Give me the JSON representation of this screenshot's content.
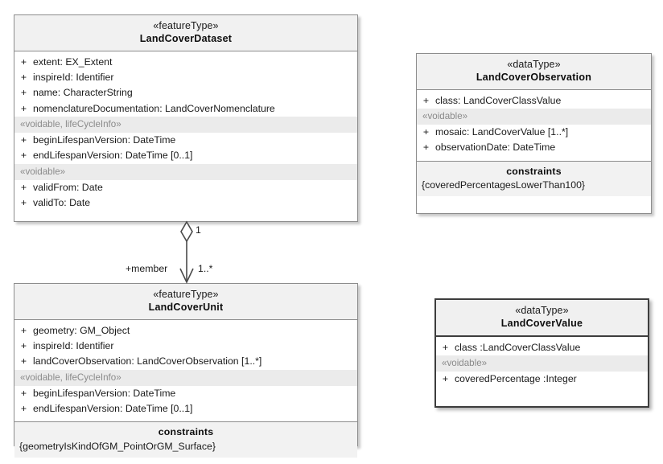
{
  "diagram": {
    "title": "Land Cover application schema UML class diagram",
    "type": "uml-class-diagram",
    "background": "#ffffff",
    "border_color": "#8d8d8d",
    "header_fill": "#f1f1f1",
    "group_label_fill": "#ebebeb",
    "group_label_color": "#8a8a8a",
    "constraints_fill": "#f2f2f2"
  },
  "classes": {
    "land_cover_dataset": {
      "stereotype": "«featureType»",
      "name": "LandCoverDataset",
      "attributes": [
        {
          "visibility": "+",
          "text": "extent:  EX_Extent"
        },
        {
          "visibility": "+",
          "text": "inspireId:  Identifier"
        },
        {
          "visibility": "+",
          "text": "name:  CharacterString"
        },
        {
          "visibility": "+",
          "text": "nomenclatureDocumentation:  LandCoverNomenclature"
        }
      ],
      "group1_label": "«voidable, lifeCycleInfo»",
      "group1_attributes": [
        {
          "visibility": "+",
          "text": "beginLifespanVersion:  DateTime"
        },
        {
          "visibility": "+",
          "text": "endLifespanVersion:  DateTime [0..1]"
        }
      ],
      "group2_label": "«voidable»",
      "group2_attributes": [
        {
          "visibility": "+",
          "text": "validFrom:  Date"
        },
        {
          "visibility": "+",
          "text": "validTo:  Date"
        }
      ]
    },
    "land_cover_unit": {
      "stereotype": "«featureType»",
      "name": "LandCoverUnit",
      "attributes": [
        {
          "visibility": "+",
          "text": "geometry:  GM_Object"
        },
        {
          "visibility": "+",
          "text": "inspireId:  Identifier"
        },
        {
          "visibility": "+",
          "text": "landCoverObservation:  LandCoverObservation [1..*]"
        }
      ],
      "group1_label": "«voidable, lifeCycleInfo»",
      "group1_attributes": [
        {
          "visibility": "+",
          "text": "beginLifespanVersion:  DateTime"
        },
        {
          "visibility": "+",
          "text": "endLifespanVersion:  DateTime [0..1]"
        }
      ],
      "constraints_title": "constraints",
      "constraints_body": "{geometryIsKindOfGM_PointOrGM_Surface}"
    },
    "land_cover_observation": {
      "stereotype": "«dataType»",
      "name": "LandCoverObservation",
      "attributes": [
        {
          "visibility": "+",
          "text": "class:  LandCoverClassValue"
        }
      ],
      "group1_label": "«voidable»",
      "group1_attributes": [
        {
          "visibility": "+",
          "text": "mosaic:  LandCoverValue [1..*]"
        },
        {
          "visibility": "+",
          "text": "observationDate:  DateTime"
        }
      ],
      "constraints_title": "constraints",
      "constraints_body": "{coveredPercentagesLowerThan100}"
    },
    "land_cover_value": {
      "stereotype": "«dataType»",
      "name": "LandCoverValue",
      "attributes": [
        {
          "visibility": "+",
          "text": "class :LandCoverClassValue"
        }
      ],
      "group1_label": "«voidable»",
      "group1_attributes": [
        {
          "visibility": "+",
          "text": "coveredPercentage :Integer"
        }
      ]
    }
  },
  "association": {
    "kind": "aggregation",
    "source_multiplicity": "1",
    "role_name": "+member",
    "target_multiplicity": "1..*"
  }
}
